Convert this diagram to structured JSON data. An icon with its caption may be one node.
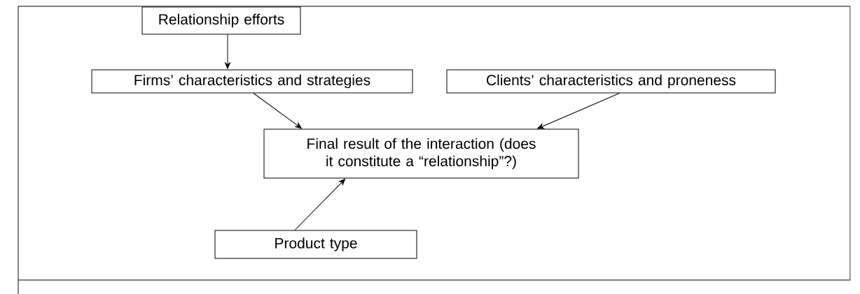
{
  "diagram": {
    "nodes": [
      {
        "text": [
          "Relationship efforts"
        ]
      },
      {
        "text": [
          "Firms’ characteristics and strategies"
        ]
      },
      {
        "text": [
          "Clients’ characteristics and proneness"
        ]
      },
      {
        "text": [
          "Final result of the interaction (does it constitute a “relationship”?)"
        ]
      },
      {
        "text": [
          "Product type"
        ]
      }
    ],
    "edges": [
      {
        "from": 0,
        "to": 1,
        "arrow": "to"
      },
      {
        "from": 1,
        "to": 3,
        "arrow": "to"
      },
      {
        "from": 2,
        "to": 3,
        "arrow": "to"
      },
      {
        "from": 4,
        "to": 3,
        "arrow": "to"
      }
    ]
  }
}
